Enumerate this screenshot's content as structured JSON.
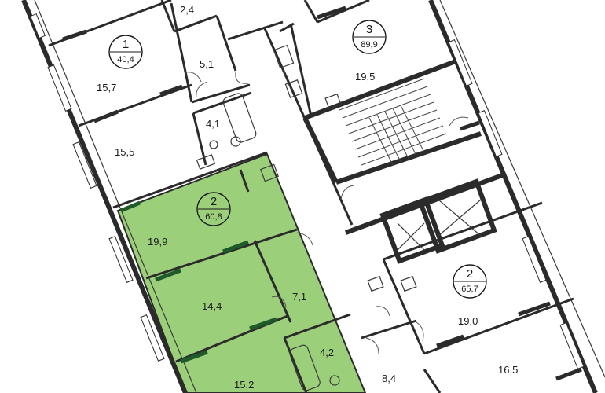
{
  "colors": {
    "highlight_fill": "#9ccf7a",
    "wall": "#2b2b2b",
    "background": "#ffffff"
  },
  "apartments": [
    {
      "number": "1",
      "area": "40,4"
    },
    {
      "number": "3",
      "area": "89,9"
    },
    {
      "number": "2",
      "area": "60,8",
      "highlighted": true
    },
    {
      "number": "2",
      "area": "65,7"
    }
  ],
  "rooms": [
    "2,4",
    "5,1",
    "15,7",
    "4,1",
    "15,5",
    "19,5",
    "19,9",
    "14,4",
    "7,1",
    "4,2",
    "15,2",
    "19,0",
    "16,5",
    "8,4"
  ]
}
